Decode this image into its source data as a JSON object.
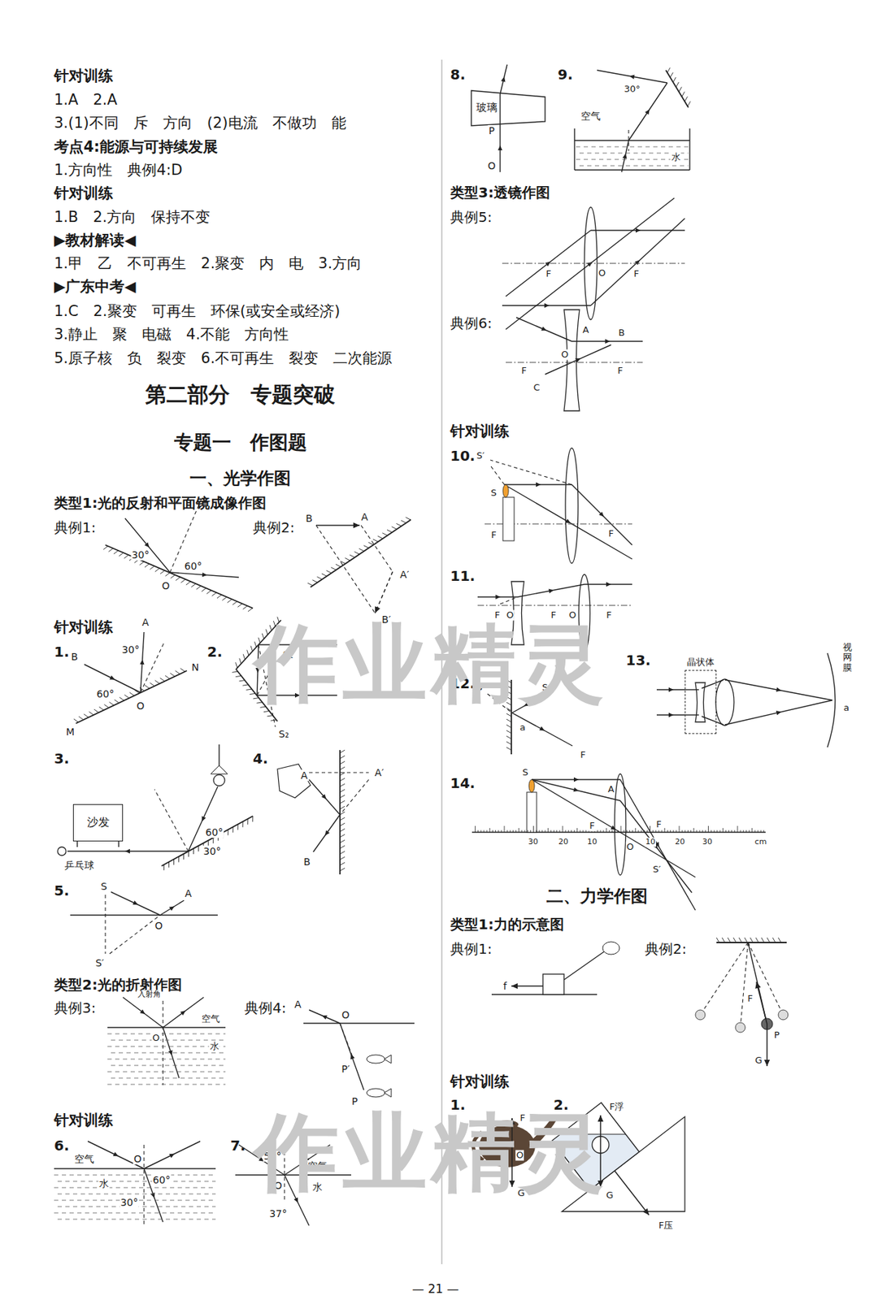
{
  "diagram": {
    "nodes": [
      {
        "text": [
          "沙发"
        ]
      },
      {
        "text": [
          "玻璃"
        ]
      },
      {
        "text": [
          "晶状体"
        ]
      }
    ],
    "labels": [
      "针对训练",
      "1.A　2.A",
      "3.(1)不同　斥　方向　(2)电流　不做功　能",
      "考点4:能源与可持续发展",
      "1.方向性　典例4:D",
      "针对训练",
      "1.B　2.方向　保持不变",
      "▶教材解读◀",
      "1.甲　乙　不可再生　2.聚变　内　电　3.方向",
      "▶广东中考◀",
      "1.C　2.聚变　可再生　环保(或安全或经济)",
      "3.静止　聚　电磁　4.不能　方向性",
      "5.原子核　负　裂变　6.不可再生　裂变　二次能源",
      "第二部分　专题突破",
      "专题一　作图题",
      "一、光学作图",
      "类型1:光的反射和平面镜成像作图",
      "典例1:",
      "30°",
      "60°",
      "O",
      "典例2:",
      "B",
      "A",
      "A′",
      "B′",
      "针对训练",
      "1.",
      "B",
      "A",
      "30°",
      "N",
      "60°",
      "O",
      "M",
      "2.",
      "S₁",
      "S₂",
      "3.",
      "乒乓球",
      "60°",
      "30°",
      "4.",
      "A",
      "A′",
      "B",
      "5.",
      "S",
      "A",
      "O",
      "S′",
      "类型2:光的折射作图",
      "典例3:",
      "入射角",
      "空气",
      "水",
      "O",
      "典例4:",
      "A",
      "O",
      "P′",
      "P",
      "针对训练",
      "6.",
      "空气",
      "O",
      "水",
      "60°",
      "30°",
      "7.",
      "53°",
      "空气",
      "O",
      "水",
      "37°",
      "8.",
      "P",
      "O",
      "9.",
      "30°",
      "空气",
      "水",
      "类型3:透镜作图",
      "典例5:",
      "F",
      "O",
      "F",
      "典例6:",
      "A",
      "B",
      "F",
      "O",
      "F",
      "C",
      "针对训练",
      "10.",
      "S′",
      "S",
      "F",
      "F",
      "11.",
      "F",
      "O",
      "F",
      "O",
      "F",
      "12.",
      "S′",
      "S",
      "a",
      "F",
      "13.",
      "视网膜",
      "a",
      "14.",
      "S",
      "A",
      "F",
      "O",
      "F",
      "S′",
      "30",
      "20",
      "10",
      "10",
      "20",
      "30",
      "cm",
      "二、力学作图",
      "类型1:力的示意图",
      "典例1:",
      "f",
      "典例2:",
      "F",
      "P",
      "G",
      "针对训练",
      "1.",
      "F",
      "O",
      "G",
      "2.",
      "F浮",
      "G",
      "F压",
      "— 21 —",
      "作业精灵",
      "作业精灵"
    ]
  }
}
